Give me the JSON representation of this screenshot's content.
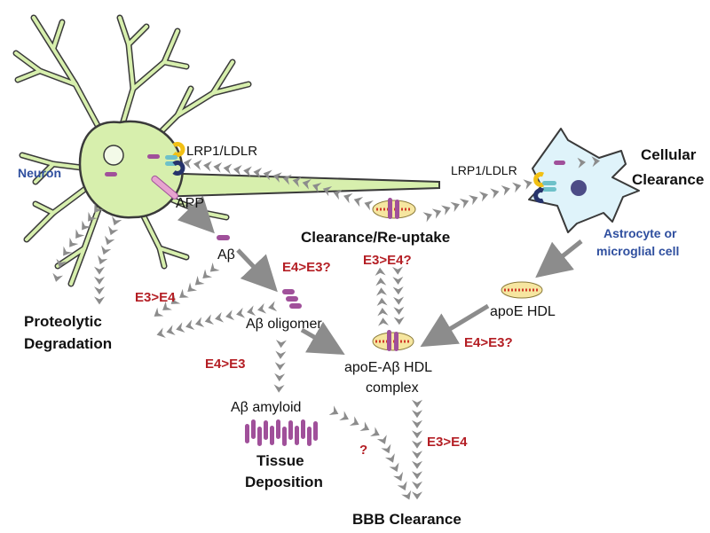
{
  "cells": {
    "neuron": "Neuron",
    "astrocyte_line1": "Astrocyte or",
    "astrocyte_line2": "microglial cell"
  },
  "molecules": {
    "receptor_neuron": "LRP1/LDLR",
    "receptor_glia": "LRP1/LDLR",
    "app": "APP",
    "abeta": "Aβ",
    "abeta_oligomer": "Aβ oligomer",
    "abeta_amyloid": "Aβ amyloid",
    "apoe_hdl": "apoE HDL",
    "apoe_abeta_line1": "apoE-Aβ HDL",
    "apoe_abeta_line2": "complex"
  },
  "processes": {
    "clearance_reuptake": "Clearance/Re-uptake",
    "cellular_clearance_line1": "Cellular",
    "cellular_clearance_line2": "Clearance",
    "proteolytic_line1": "Proteolytic",
    "proteolytic_line2": "Degradation",
    "tissue_line1": "Tissue",
    "tissue_line2": "Deposition",
    "bbb": "BBB Clearance"
  },
  "isoform_labels": {
    "e4_gt_e3_top": "E4>E3?",
    "e3_gt_e4_degradation": "E3>E4",
    "e3_gt_e4_clearance": "E3>E4?",
    "e4_gt_e3_amyloid": "E4>E3",
    "e4_gt_e3_hdl": "E4>E3?",
    "e3_gt_e4_bbb": "E3>E4",
    "question": "?"
  },
  "colors": {
    "neuron_fill": "#d7efad",
    "glia_fill": "#dff3fa",
    "isoform_red": "#b41e24",
    "cell_label_blue": "#2f4f9f",
    "arrow_gray": "#8c8c8c",
    "abeta_purple": "#a0509a"
  }
}
